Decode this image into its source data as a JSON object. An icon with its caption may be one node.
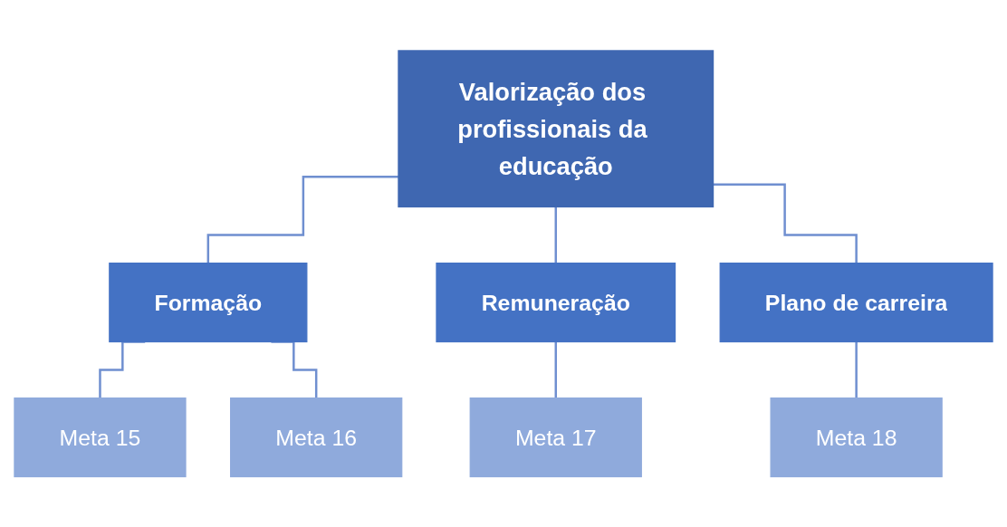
{
  "diagram": {
    "nodes": [
      {
        "text": [
          "Valorização dos profissionais da educação"
        ]
      },
      {
        "text": [
          "Formação"
        ]
      },
      {
        "text": [
          "Remuneração"
        ]
      },
      {
        "text": [
          "Plano de carreira"
        ]
      },
      {
        "text": [
          "Meta 15"
        ]
      },
      {
        "text": [
          "Meta 16"
        ]
      },
      {
        "text": [
          "Meta 17"
        ]
      },
      {
        "text": [
          "Meta 18"
        ]
      }
    ],
    "edges": [
      {
        "from": 0,
        "to": 1,
        "arrow": "none"
      },
      {
        "from": 0,
        "to": 2,
        "arrow": "none"
      },
      {
        "from": 0,
        "to": 3,
        "arrow": "none"
      },
      {
        "from": 1,
        "to": 4,
        "arrow": "none"
      },
      {
        "from": 1,
        "to": 5,
        "arrow": "none"
      },
      {
        "from": 2,
        "to": 6,
        "arrow": "none"
      },
      {
        "from": 3,
        "to": 7,
        "arrow": "none"
      }
    ]
  }
}
